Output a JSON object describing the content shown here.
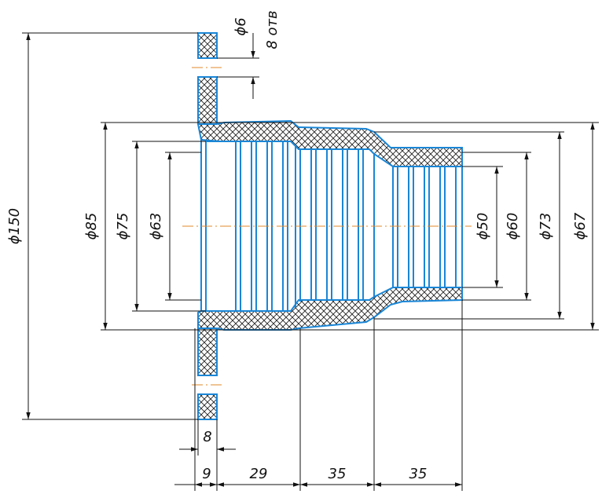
{
  "dimensions": {
    "hole_dia": "ϕ6",
    "hole_count": "8 отв",
    "d150": "ϕ150",
    "d85": "ϕ85",
    "d75": "ϕ75",
    "d63": "ϕ63",
    "d50": "ϕ50",
    "d60": "ϕ60",
    "d73": "ϕ73",
    "d67": "ϕ67",
    "flange_thickness": "8",
    "len_9": "9",
    "len_29": "29",
    "len_35a": "35",
    "len_35b": "35"
  },
  "colors": {
    "part_outline": "#1a86d6",
    "center_line": "#e08a2a",
    "dimension_line": "#111111",
    "hatch": "#222222"
  }
}
